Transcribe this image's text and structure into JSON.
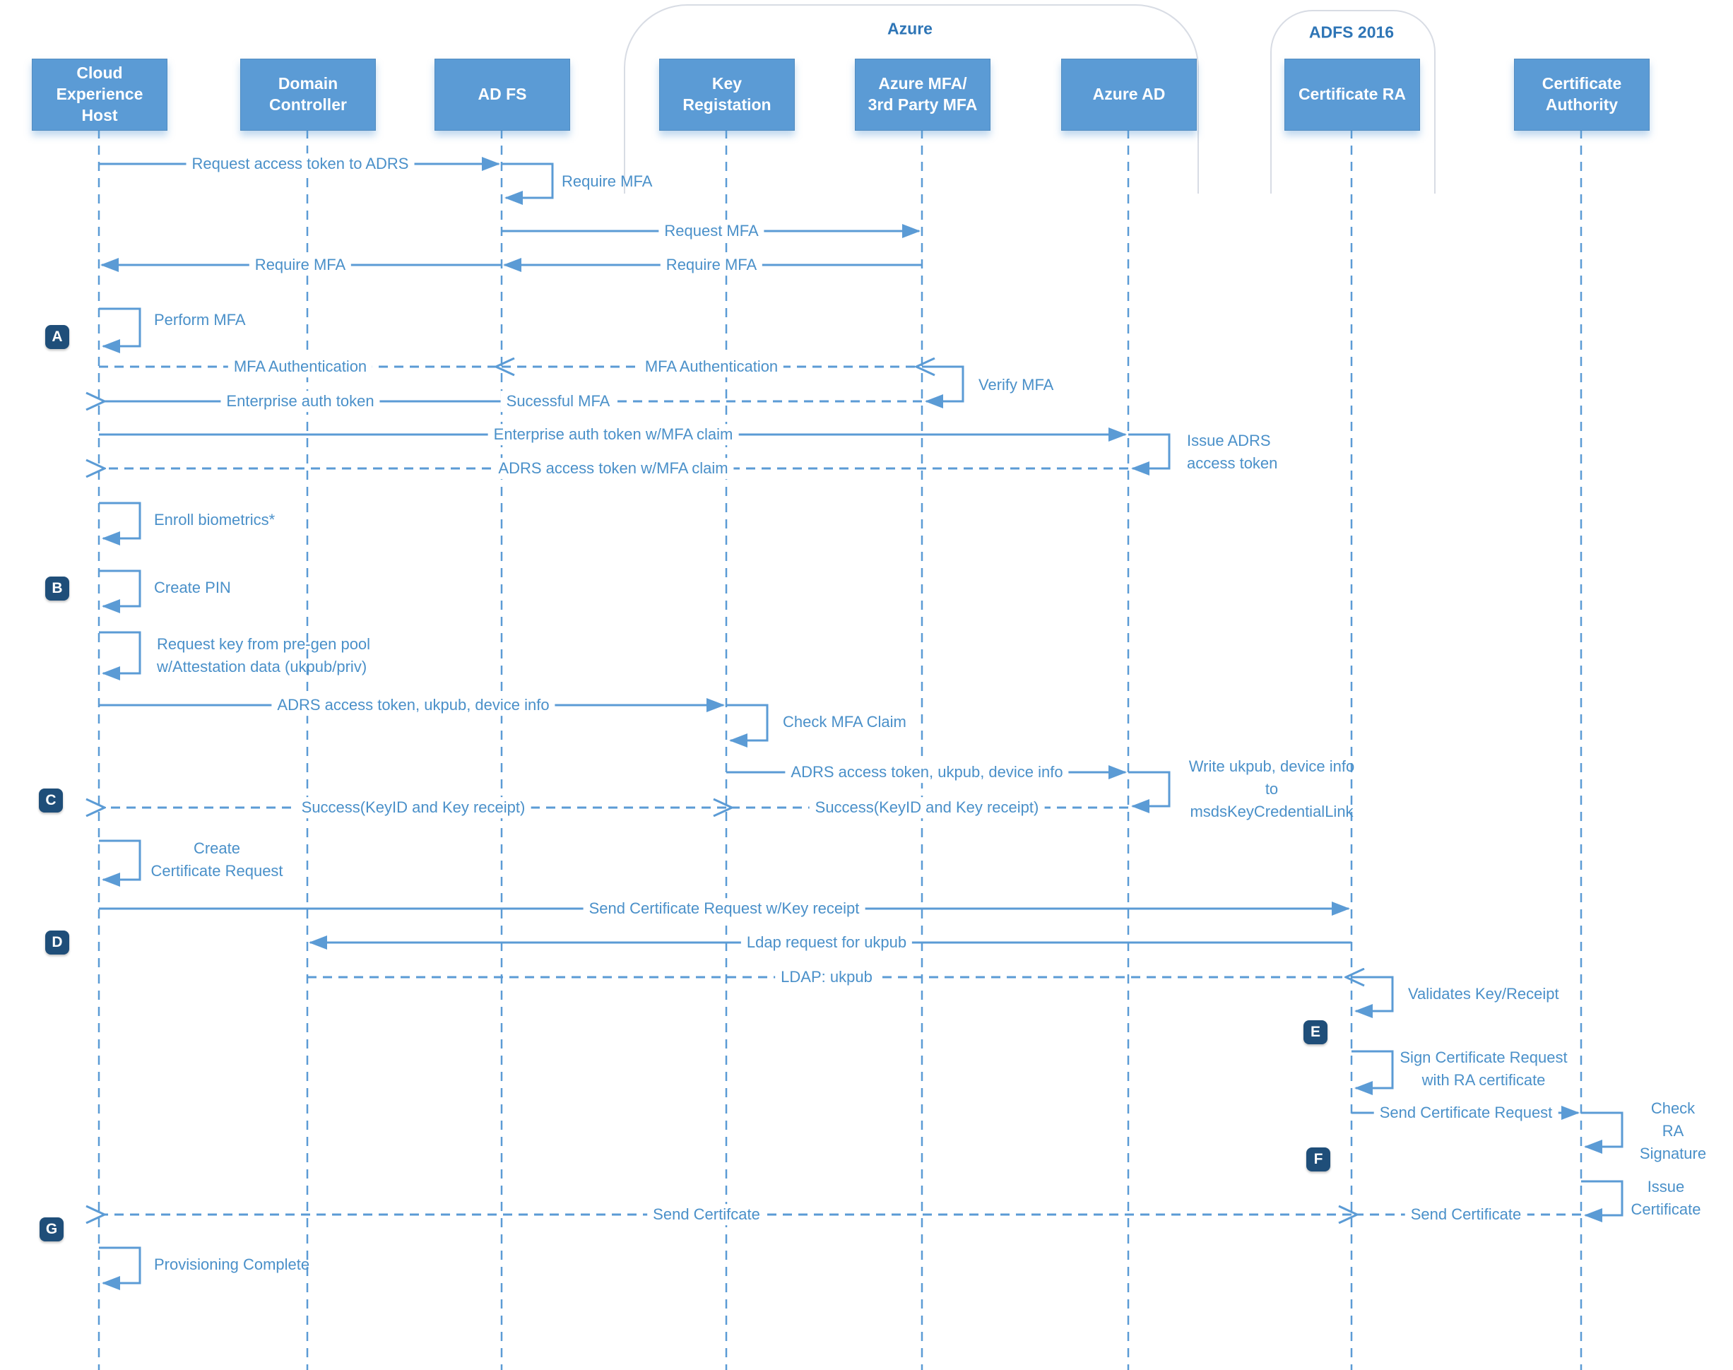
{
  "groups": {
    "azure": "Azure",
    "adfs": "ADFS 2016"
  },
  "actors": [
    {
      "id": "cloud-experience-host",
      "label": "Cloud Experience\nHost"
    },
    {
      "id": "domain-controller",
      "label": "Domain\nController"
    },
    {
      "id": "ad-fs",
      "label": "AD FS"
    },
    {
      "id": "key-registation",
      "label": "Key\nRegistation"
    },
    {
      "id": "azure-mfa",
      "label": "Azure MFA/\n3rd Party MFA"
    },
    {
      "id": "azure-ad",
      "label": "Azure AD"
    },
    {
      "id": "certificate-ra",
      "label": "Certificate RA"
    },
    {
      "id": "certificate-authority",
      "label": "Certificate\nAuthority"
    }
  ],
  "badges": [
    "A",
    "B",
    "C",
    "D",
    "E",
    "F",
    "G"
  ],
  "messages": {
    "m01": "Request access token to ADRS",
    "m02": "Require MFA",
    "m03": "Request MFA",
    "m04": "Require MFA",
    "m05": "Require MFA",
    "m06": "Perform MFA",
    "m07": "MFA Authentication",
    "m08": "MFA Authentication",
    "m09": "Verify MFA",
    "m10": "Sucessful MFA",
    "m11": "Enterprise auth token",
    "m12": "Enterprise auth token w/MFA claim",
    "m13": "Issue ADRS\naccess token",
    "m14": "ADRS access token w/MFA claim",
    "m15": "Enroll biometrics*",
    "m16": "Create PIN",
    "m17": "Request key from pre-gen pool\nw/Attestation data (ukpub/priv)",
    "m18": "ADRS access token, ukpub, device info",
    "m19": "Check MFA Claim",
    "m20": "ADRS access token, ukpub, device info",
    "m21": "Write ukpub, device info\nto\nmsdsKeyCredentialLink",
    "m22": "Success(KeyID and Key receipt)",
    "m23": "Success(KeyID and Key receipt)",
    "m24": "Create\nCertificate Request",
    "m25": "Send Certificate Request w/Key receipt",
    "m26": "Ldap request for ukpub",
    "m27": "LDAP: ukpub",
    "m28": "Validates Key/Receipt",
    "m29": "Sign Certificate Request\nwith RA certificate",
    "m30": "Send Certificate Request",
    "m31": "Check\nRA Signature",
    "m32": "Issue\nCertificate",
    "m33": "Send Certificate",
    "m34": "Send Certifcate",
    "m35": "Provisioning Complete"
  },
  "colors": {
    "accent": "#5b9bd5",
    "message_text": "#4a90c9",
    "group_label_text": "#2e75b6",
    "badge_background": "#1f4e79",
    "actor_text": "#ffffff"
  }
}
